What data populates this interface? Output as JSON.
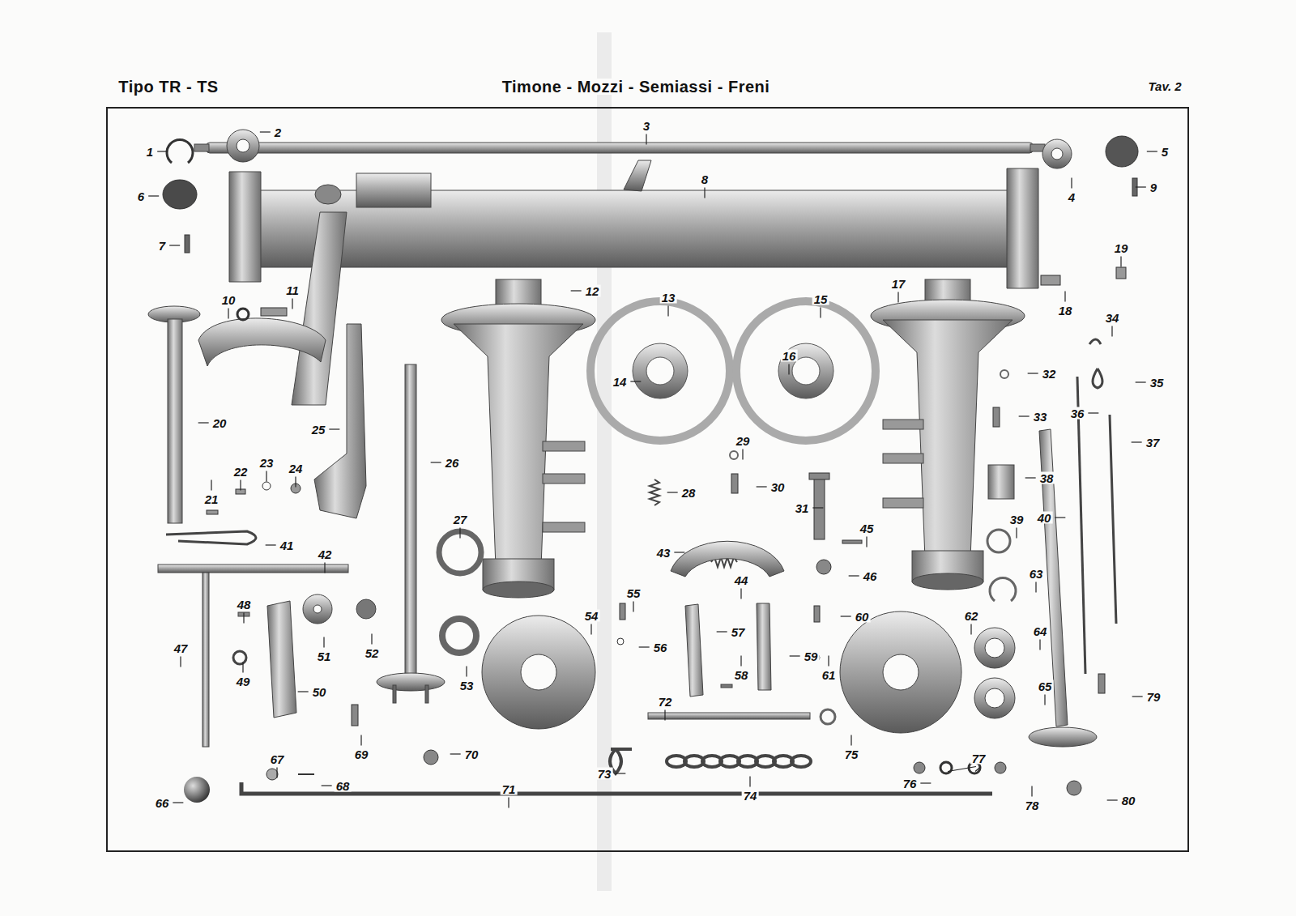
{
  "diagram": {
    "title": "Timone - Mozzi - Semiassi - Freni",
    "labels": [
      "Tipo TR - TS",
      "Tav. 2",
      "1",
      "2",
      "3",
      "4",
      "5",
      "6",
      "7",
      "8",
      "9",
      "10",
      "11",
      "12",
      "13",
      "14",
      "15",
      "16",
      "17",
      "18",
      "19",
      "20",
      "21",
      "22",
      "23",
      "24",
      "25",
      "26",
      "27",
      "28",
      "29",
      "30",
      "31",
      "32",
      "33",
      "34",
      "35",
      "36",
      "37",
      "38",
      "39",
      "40",
      "41",
      "42",
      "43",
      "44",
      "45",
      "46",
      "47",
      "48",
      "49",
      "50",
      "51",
      "52",
      "53",
      "54",
      "55",
      "56",
      "57",
      "58",
      "59",
      "60",
      "61",
      "62",
      "63",
      "64",
      "65",
      "66",
      "67",
      "68",
      "69",
      "70",
      "71",
      "72",
      "73",
      "74",
      "75",
      "76",
      "77",
      "78",
      "79",
      "80"
    ]
  }
}
